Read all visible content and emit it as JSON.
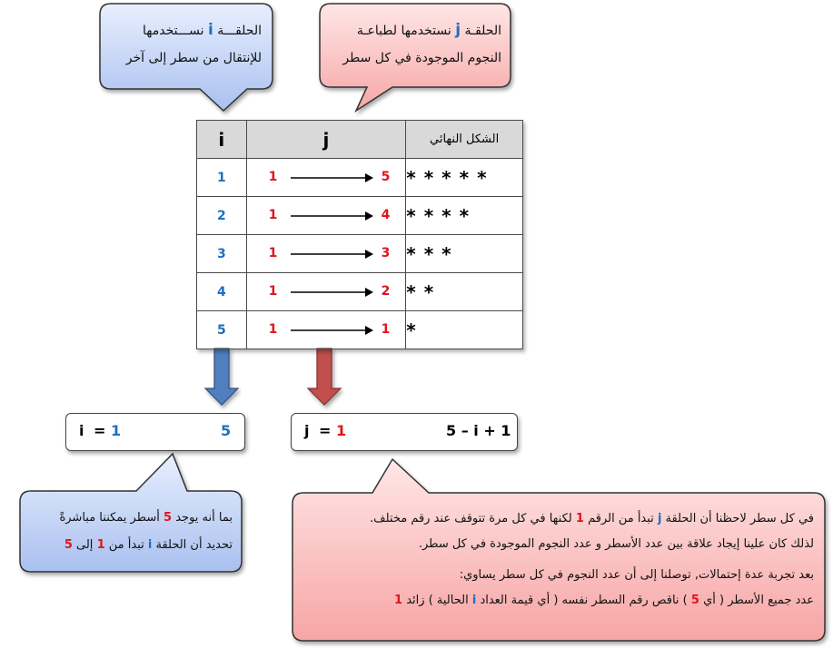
{
  "callout_i": {
    "line1_pre": "الحلقـــة",
    "var": "i",
    "line1_post": "نســـتخدمها",
    "line2": "للإنتقال من سطر إلى آخر"
  },
  "callout_j": {
    "line1_pre": "الحلقـة",
    "var": "j",
    "line1_post": "نستخدمها لطباعـة",
    "line2": "النجوم الموجودة في كل سطر"
  },
  "table": {
    "headers": [
      "i",
      "j",
      "الشكل النهائي"
    ],
    "rows": [
      {
        "i": "1",
        "j_start": "1",
        "j_end": "5",
        "stars": "*****"
      },
      {
        "i": "2",
        "j_start": "1",
        "j_end": "4",
        "stars": "****"
      },
      {
        "i": "3",
        "j_start": "1",
        "j_end": "3",
        "stars": "***"
      },
      {
        "i": "4",
        "j_start": "1",
        "j_end": "2",
        "stars": "**"
      },
      {
        "i": "5",
        "j_start": "1",
        "j_end": "1",
        "stars": "*"
      }
    ]
  },
  "formula_i": {
    "var": "i",
    "eq": "=",
    "start": "1",
    "end": "5"
  },
  "formula_j": {
    "var": "j",
    "eq": "=",
    "start": "1",
    "end": "5 – i + 1"
  },
  "note_i": {
    "l1_a": "بما أنه يوجد",
    "l1_num": "5",
    "l1_b": "أسطر يمكننا مباشرةً",
    "l2_a": "تحديد أن الحلقة",
    "l2_var": "i",
    "l2_b": "تبدأ من",
    "l2_start": "1",
    "l2_c": "إلى",
    "l2_end": "5"
  },
  "note_j": {
    "p1_a": "في كل سطر لاحظنا أن الحلقة",
    "p1_var": "j",
    "p1_b": "تبدأ من الرقم",
    "p1_num": "1",
    "p1_c": "لكنها في كل مرة تتوقف عند رقم مختلف.",
    "p2": "لذلك كان علينا إيجاد علاقة بين عدد الأسطر و عدد النجوم الموجودة في كل سطر.",
    "p3": "بعد تجربة عدة إحتمالات, توصلنا إلى أن عدد النجوم في كل سطر يساوي:",
    "p4_a": "عدد جميع الأسطر ( أي",
    "p4_num": "5",
    "p4_b": ") ناقص رقم السطر نفسه ( أي قيمة العداد",
    "p4_var": "i",
    "p4_c": "الحالية ) زائد",
    "p4_plus": "1"
  },
  "colors": {
    "blue": "#1f6fbf",
    "red": "#e0141e",
    "blue_arrow": "#4f7fbf",
    "red_arrow": "#c0504d"
  }
}
